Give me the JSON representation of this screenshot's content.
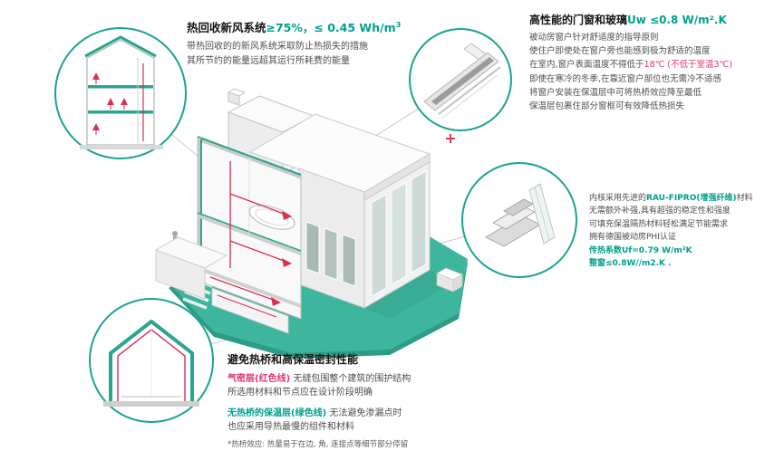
{
  "colors": {
    "teal": "#00a08f",
    "red": "#e0356b",
    "ground_teal": "#3eb69e",
    "red_line": "#d9304f"
  },
  "hrv": {
    "title_black": "热回收新风系统",
    "title_teal": "≥75%，≤ 0.45 Wh/m",
    "title_sup": "3",
    "body1": "带热回收的的新风系统采取防止热损失的措施",
    "body2": "其所节约的能量远超其运行所耗费的能量"
  },
  "windows": {
    "title_black": "高性能的门窗和玻璃",
    "title_teal": "Uw ≤0.8 W/m².K",
    "l1": "被动房窗户针对舒适度的指导原则",
    "l2": "使住户即使处在窗户旁也能感到极为舒适的温度",
    "l3a": "在室内,窗户表面温度不得低于",
    "l3b": "18℃ (不低于室温3℃)",
    "l4": "即使在寒冷的冬季,在靠近窗户部位也无需冷不适感",
    "l5": "将窗户安装在保温层中可将热桥效应降至最低",
    "l6": "保温层包裹住部分窗框可有效降低热损失"
  },
  "profile": {
    "l1a": "内核采用先进的",
    "l1b": "RAU-FIPRO(增强纤维)",
    "l1c": "材料",
    "l2": "无需额外补强,具有超强的稳定性和强度",
    "l3": "可填充保温隔热材料轻松满足节能需求",
    "l4": "拥有德国被动房PHI认证",
    "l5": "传热系数Uf=0.79 W/m²K",
    "l6": "整窗≤0.8W//m2.K ."
  },
  "bridge": {
    "title": "避免热桥和高保温密封性能",
    "l1a": "气密层(红色线)",
    "l1b": " 无缝包围整个建筑的围护结构",
    "l2": "所选用材料和节点应在设计阶段明确",
    "l3a": "无热桥的保温层(绿色线)",
    "l3b": " 无法避免渗漏点时",
    "l4": "也应采用导热最慢的组件和材料",
    "note": "*热桥效应: 热量易于在边, 角, 连接点等细节部分停留"
  }
}
